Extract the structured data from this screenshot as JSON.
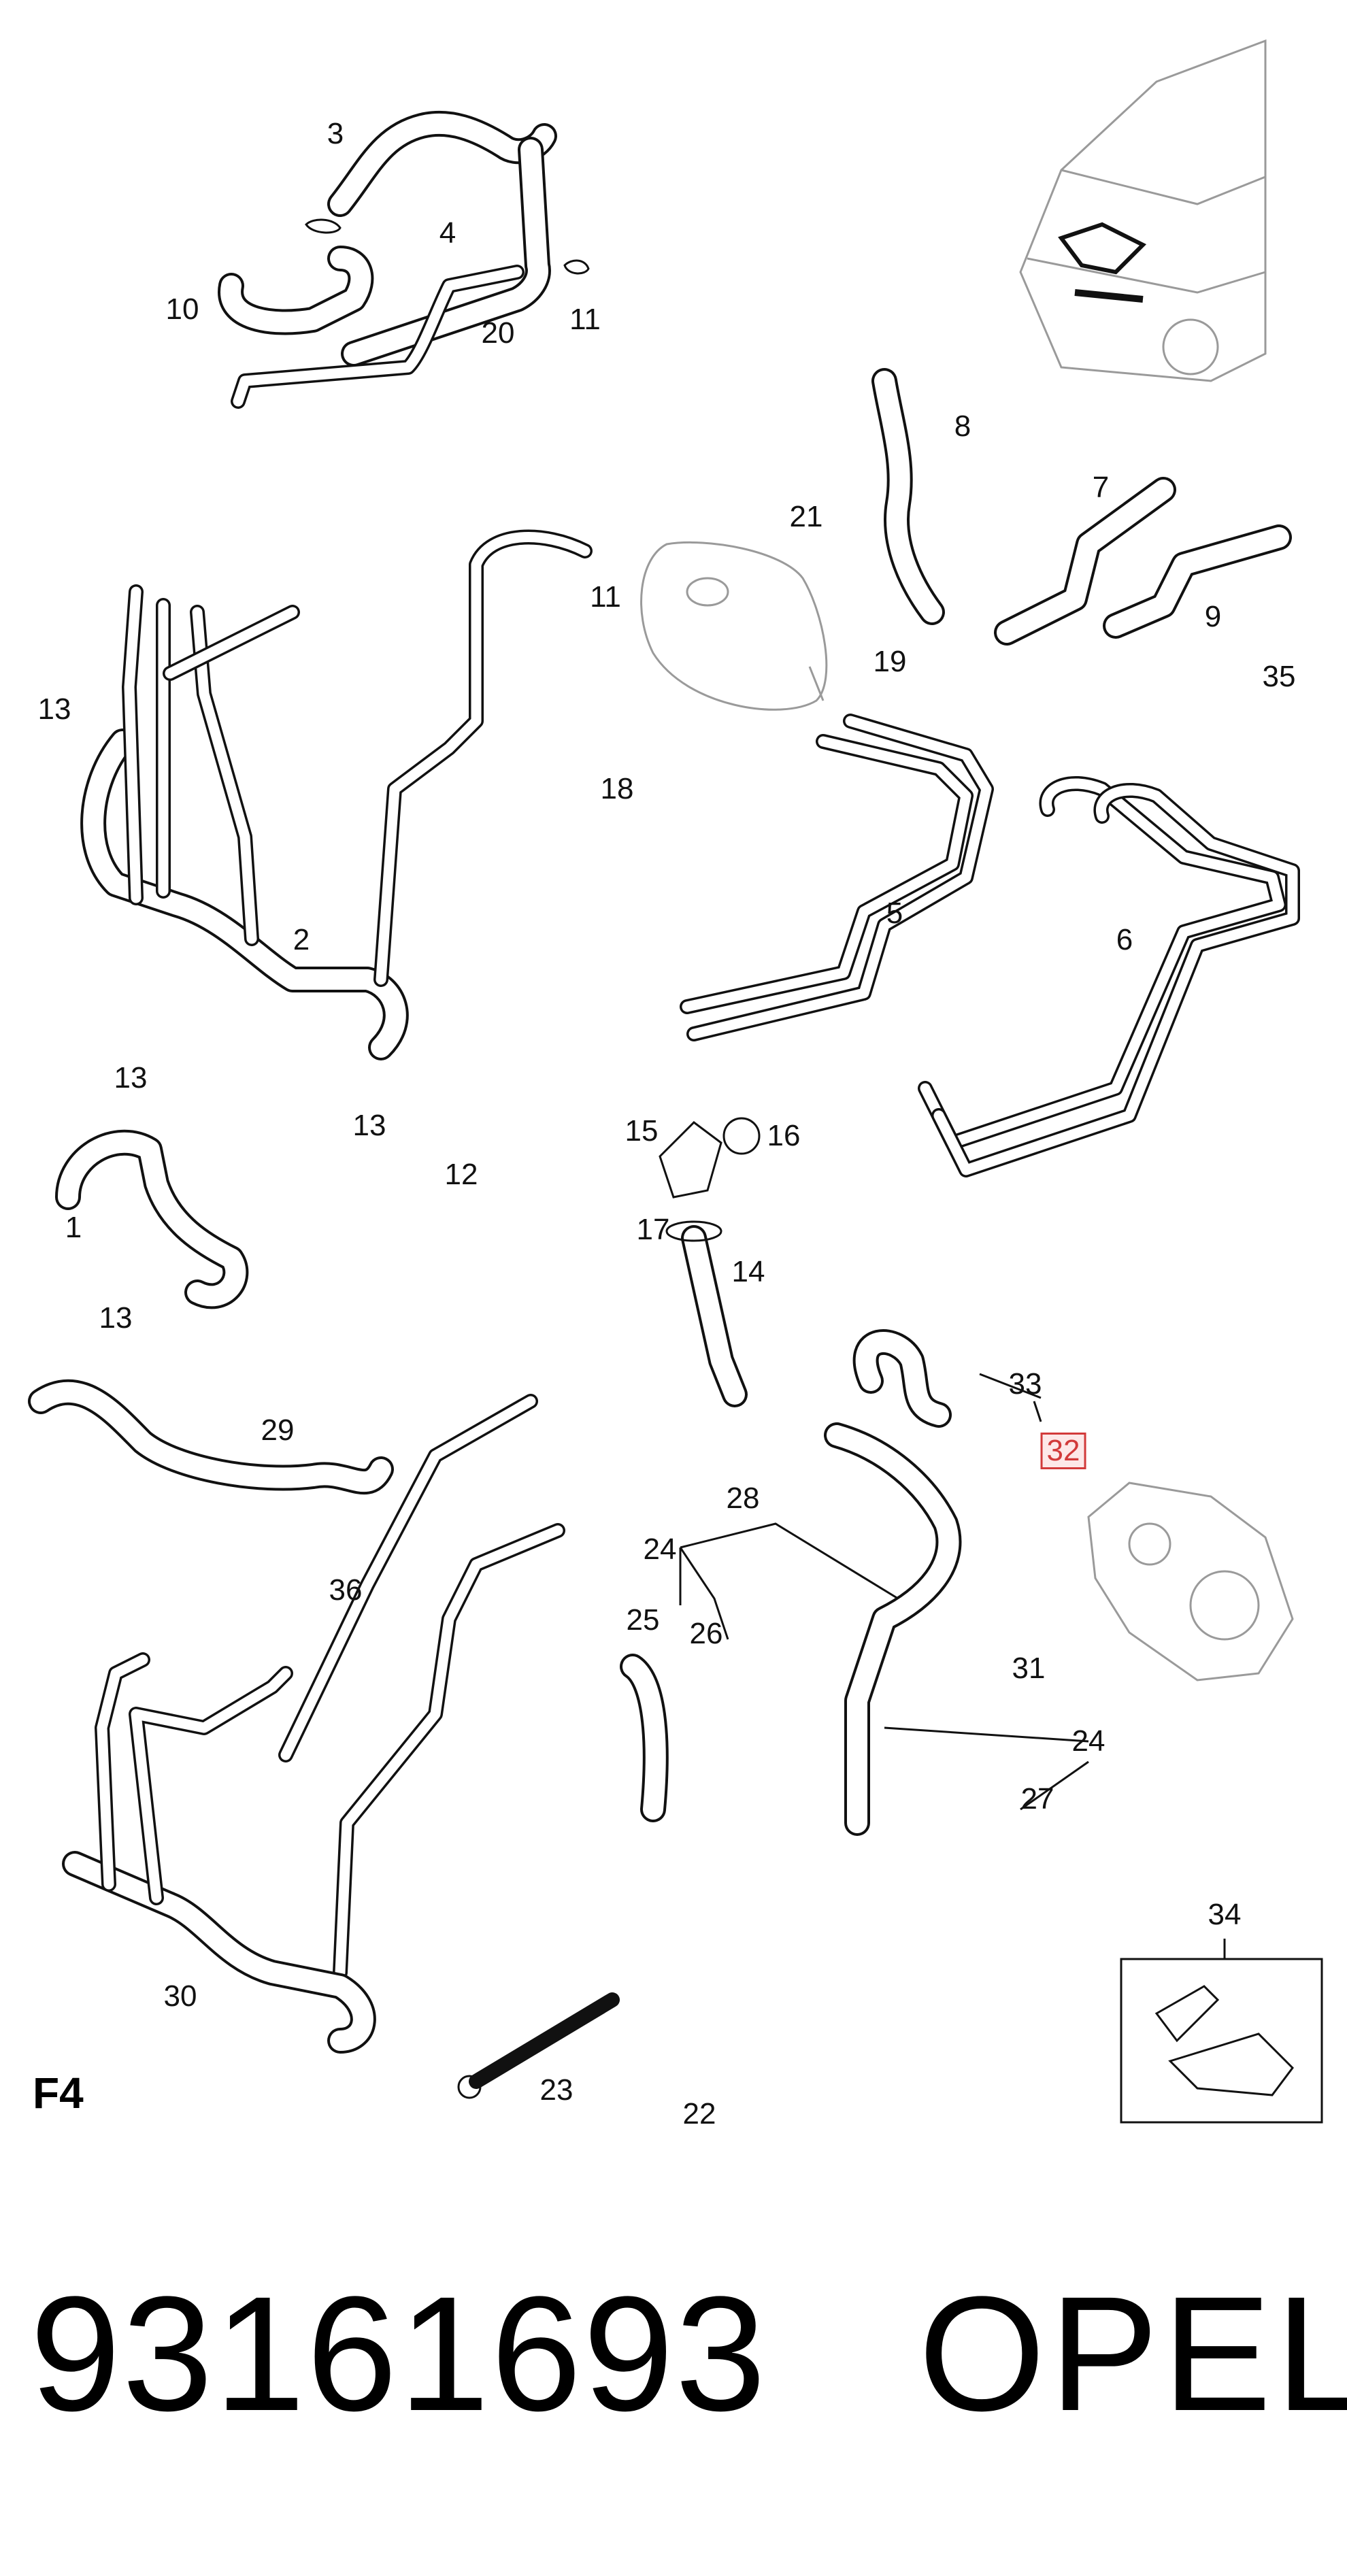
{
  "diagram": {
    "figure_code": "F4",
    "part_number": "93161693",
    "brand": "OPEL",
    "highlighted_callout": "32",
    "callouts": [
      {
        "id": "c3",
        "label": "3"
      },
      {
        "id": "c4",
        "label": "4"
      },
      {
        "id": "c10",
        "label": "10"
      },
      {
        "id": "c20",
        "label": "20"
      },
      {
        "id": "c11a",
        "label": "11"
      },
      {
        "id": "c8",
        "label": "8"
      },
      {
        "id": "c7",
        "label": "7"
      },
      {
        "id": "c21",
        "label": "21"
      },
      {
        "id": "c11b",
        "label": "11"
      },
      {
        "id": "c9",
        "label": "9"
      },
      {
        "id": "c13a",
        "label": "13"
      },
      {
        "id": "c19",
        "label": "19"
      },
      {
        "id": "c35",
        "label": "35"
      },
      {
        "id": "c18",
        "label": "18"
      },
      {
        "id": "c5",
        "label": "5"
      },
      {
        "id": "c2",
        "label": "2"
      },
      {
        "id": "c6",
        "label": "6"
      },
      {
        "id": "c13b",
        "label": "13"
      },
      {
        "id": "c13c",
        "label": "13"
      },
      {
        "id": "c12",
        "label": "12"
      },
      {
        "id": "c15",
        "label": "15"
      },
      {
        "id": "c16",
        "label": "16"
      },
      {
        "id": "c1",
        "label": "1"
      },
      {
        "id": "c17",
        "label": "17"
      },
      {
        "id": "c14",
        "label": "14"
      },
      {
        "id": "c13d",
        "label": "13"
      },
      {
        "id": "c33",
        "label": "33"
      },
      {
        "id": "c29",
        "label": "29"
      },
      {
        "id": "c28",
        "label": "28"
      },
      {
        "id": "c24a",
        "label": "24"
      },
      {
        "id": "c36",
        "label": "36"
      },
      {
        "id": "c25",
        "label": "25"
      },
      {
        "id": "c26",
        "label": "26"
      },
      {
        "id": "c31",
        "label": "31"
      },
      {
        "id": "c24b",
        "label": "24"
      },
      {
        "id": "c27",
        "label": "27"
      },
      {
        "id": "c34",
        "label": "34"
      },
      {
        "id": "c30",
        "label": "30"
      },
      {
        "id": "c23",
        "label": "23"
      },
      {
        "id": "c22",
        "label": "22"
      },
      {
        "id": "c32",
        "label": "32"
      }
    ]
  }
}
